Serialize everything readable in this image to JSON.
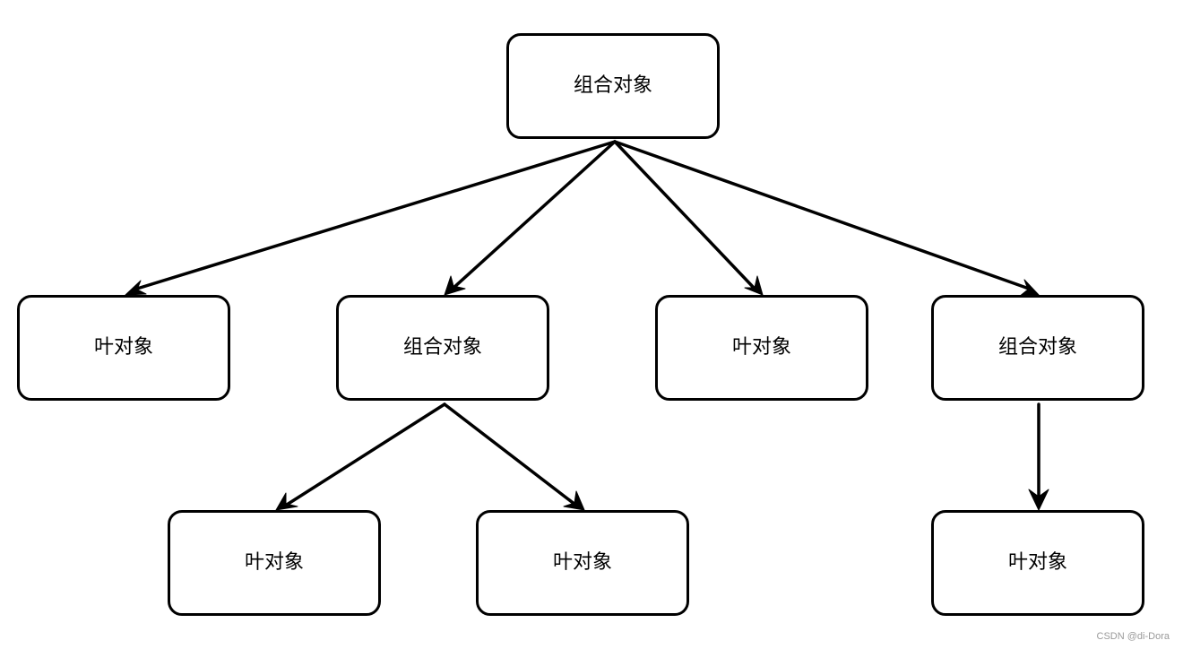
{
  "diagram": {
    "type": "tree",
    "nodes": [
      {
        "id": "root",
        "label": "组合对象"
      },
      {
        "id": "leaf_1",
        "label": "叶对象"
      },
      {
        "id": "comp_1",
        "label": "组合对象"
      },
      {
        "id": "leaf_2",
        "label": "叶对象"
      },
      {
        "id": "comp_2",
        "label": "组合对象"
      },
      {
        "id": "leaf_3",
        "label": "叶对象"
      },
      {
        "id": "leaf_4",
        "label": "叶对象"
      },
      {
        "id": "leaf_5",
        "label": "叶对象"
      }
    ],
    "edges": [
      {
        "from": "root",
        "to": "leaf_1"
      },
      {
        "from": "root",
        "to": "comp_1"
      },
      {
        "from": "root",
        "to": "leaf_2"
      },
      {
        "from": "root",
        "to": "comp_2"
      },
      {
        "from": "comp_1",
        "to": "leaf_3"
      },
      {
        "from": "comp_1",
        "to": "leaf_4"
      },
      {
        "from": "comp_2",
        "to": "leaf_5"
      }
    ],
    "colors": {
      "stroke": "#000000",
      "background": "#ffffff",
      "watermark": "#9a9a9a"
    }
  },
  "watermark": "CSDN @di-Dora"
}
